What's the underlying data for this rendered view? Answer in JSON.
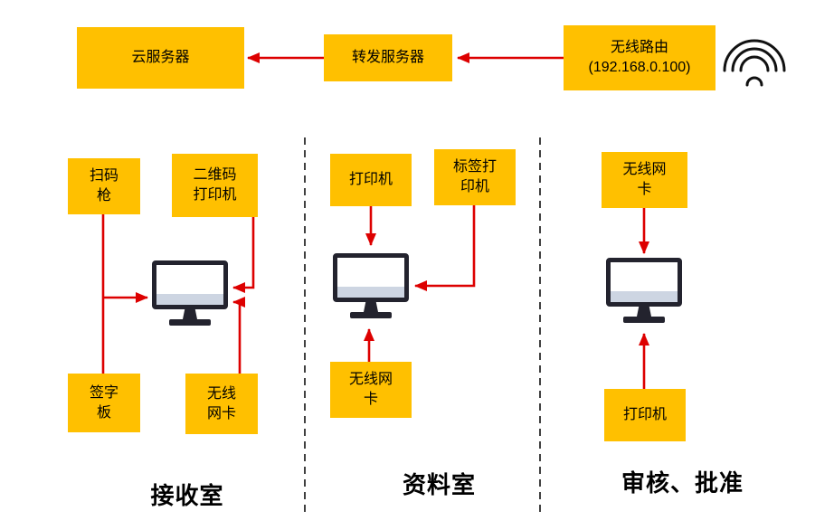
{
  "colors": {
    "box_fill": "#FFC000",
    "arrow_red": "#DD0000",
    "monitor_dark": "#23232E",
    "screen_strip": "#CDD5E2",
    "text": "#000000",
    "divider": "#000000"
  },
  "top": {
    "cloud_server": "云服务器",
    "forwarding_server": "转发服务器",
    "router": "无线路由\n(192.168.0.100)"
  },
  "zone1": {
    "label": "接收室",
    "scanner": "扫码\n枪",
    "qr_printer": "二维码\n打印机",
    "signature_pad": "签字\n板",
    "wireless_card": "无线\n网卡"
  },
  "zone2": {
    "label": "资料室",
    "printer": "打印机",
    "label_printer": "标签打\n印机",
    "wireless_card": "无线网\n卡"
  },
  "zone3": {
    "label": "审核、批准",
    "wireless_card": "无线网\n卡",
    "printer": "打印机"
  }
}
